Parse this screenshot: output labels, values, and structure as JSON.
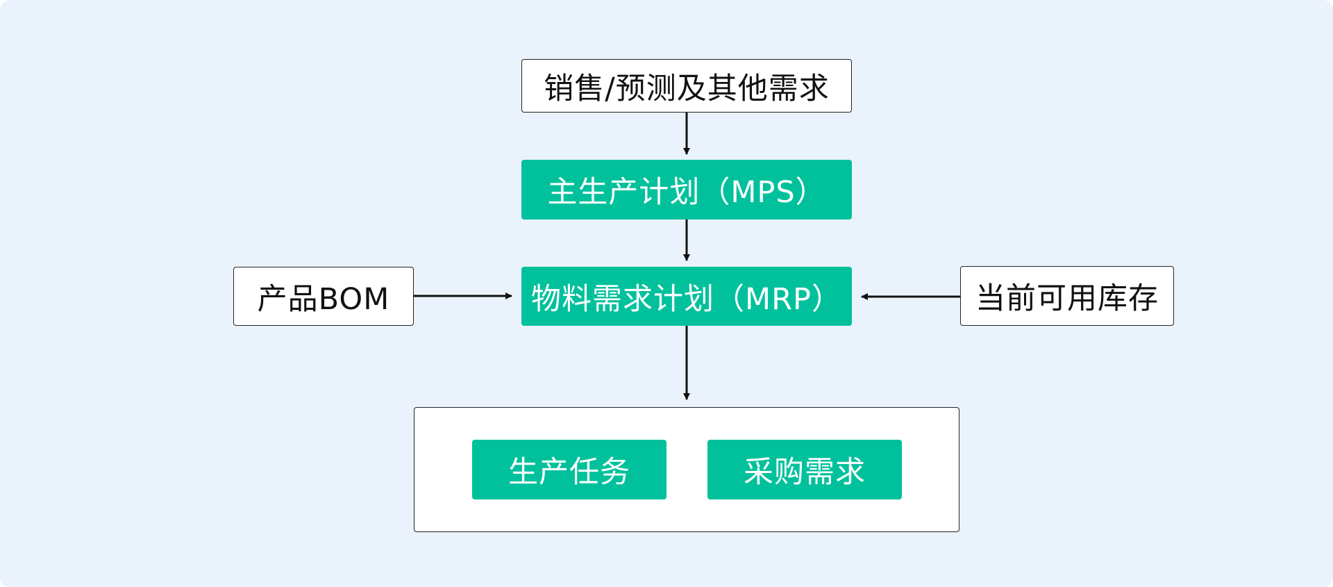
{
  "nodes": {
    "demand": "销售/预测及其他需求",
    "mps": "主生产计划（MPS）",
    "mrp": "物料需求计划（MRP）",
    "bom": "产品BOM",
    "inventory": "当前可用库存",
    "production_task": "生产任务",
    "purchase_demand": "采购需求"
  },
  "colors": {
    "background": "#eaf3fb",
    "accent": "#00c19c",
    "box_fill": "#ffffff",
    "line": "#111111"
  }
}
